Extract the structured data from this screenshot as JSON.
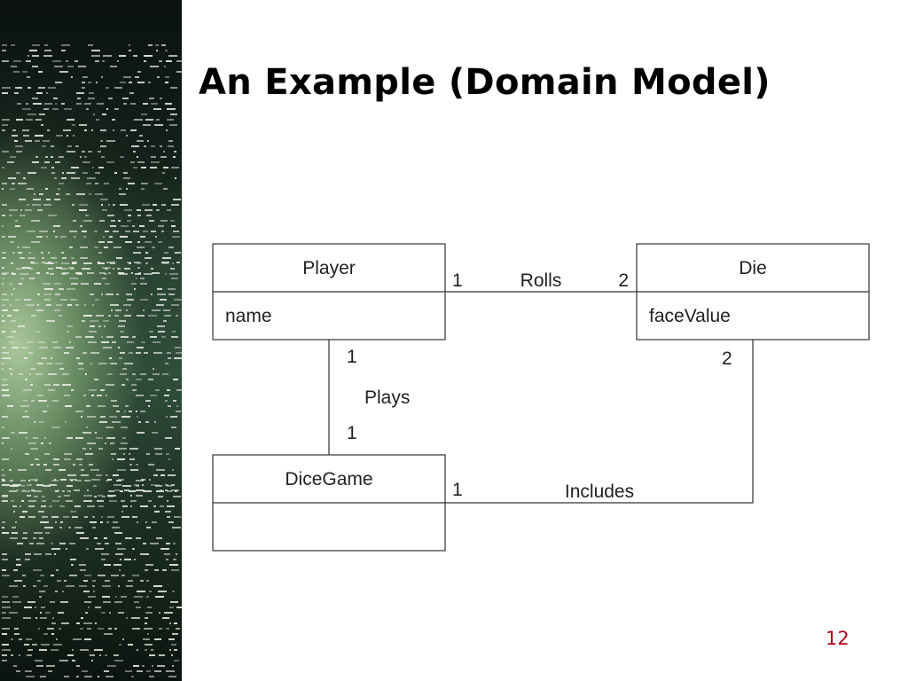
{
  "slide": {
    "title": "An Example (Domain Model)",
    "page_number": "12",
    "accent_color": "#b3001b"
  },
  "diagram": {
    "classes": {
      "player": {
        "name": "Player",
        "attributes": [
          "name"
        ]
      },
      "die": {
        "name": "Die",
        "attributes": [
          "faceValue"
        ]
      },
      "dicegame": {
        "name": "DiceGame",
        "attributes": []
      }
    },
    "associations": {
      "rolls": {
        "label": "Rolls",
        "from": "Player",
        "to": "Die",
        "from_multiplicity": "1",
        "to_multiplicity": "2"
      },
      "plays": {
        "label": "Plays",
        "from": "Player",
        "to": "DiceGame",
        "from_multiplicity": "1",
        "to_multiplicity": "1"
      },
      "includes": {
        "label": "Includes",
        "from": "DiceGame",
        "to": "Die",
        "from_multiplicity": "1",
        "to_multiplicity": "2"
      }
    }
  }
}
